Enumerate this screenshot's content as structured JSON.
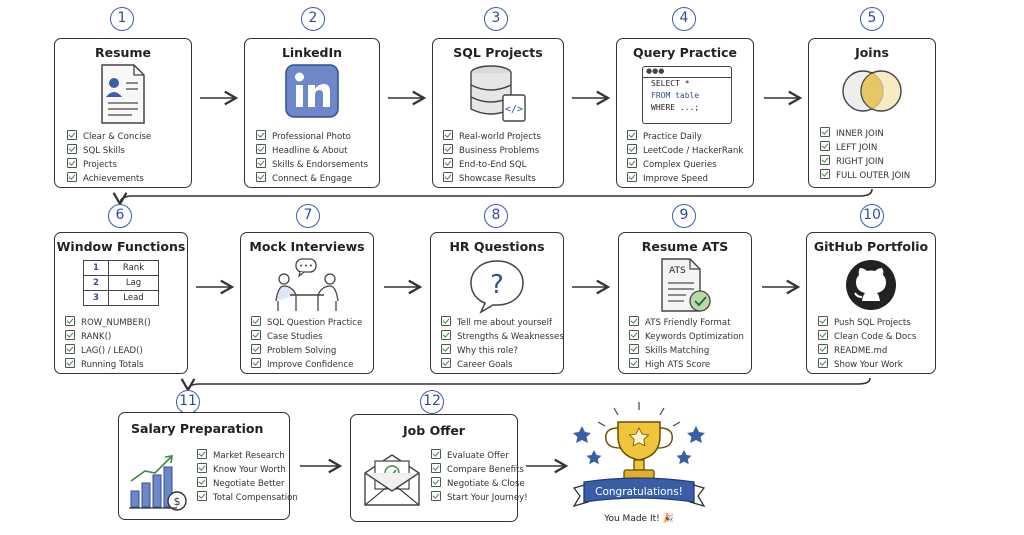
{
  "steps": [
    {
      "num": "1",
      "title": "Resume",
      "items": [
        "Clear & Concise",
        "SQL Skills",
        "Projects",
        "Achievements"
      ]
    },
    {
      "num": "2",
      "title": "LinkedIn",
      "items": [
        "Professional Photo",
        "Headline & About",
        "Skills & Endorsements",
        "Connect & Engage"
      ]
    },
    {
      "num": "3",
      "title": "SQL Projects",
      "items": [
        "Real-world Projects",
        "Business Problems",
        "End-to-End SQL",
        "Showcase Results"
      ]
    },
    {
      "num": "4",
      "title": "Query Practice",
      "items": [
        "Practice Daily",
        "LeetCode / HackerRank",
        "Complex Queries",
        "Improve Speed"
      ],
      "code": [
        "SELECT *",
        "FROM table",
        "WHERE ...;"
      ]
    },
    {
      "num": "5",
      "title": "Joins",
      "items": [
        "INNER JOIN",
        "LEFT JOIN",
        "RIGHT JOIN",
        "FULL OUTER JOIN"
      ]
    },
    {
      "num": "6",
      "title": "Window Functions",
      "items": [
        "ROW_NUMBER()",
        "RANK()",
        "LAG() / LEAD()",
        "Running Totals"
      ],
      "table": [
        [
          "1",
          "Rank"
        ],
        [
          "2",
          "Lag"
        ],
        [
          "3",
          "Lead"
        ]
      ]
    },
    {
      "num": "7",
      "title": "Mock Interviews",
      "items": [
        "SQL Question Practice",
        "Case Studies",
        "Problem Solving",
        "Improve Confidence"
      ]
    },
    {
      "num": "8",
      "title": "HR Questions",
      "items": [
        "Tell me about yourself",
        "Strengths & Weaknesses",
        "Why this role?",
        "Career Goals"
      ]
    },
    {
      "num": "9",
      "title": "Resume ATS",
      "items": [
        "ATS Friendly Format",
        "Keywords Optimization",
        "Skills Matching",
        "High ATS Score"
      ],
      "badge": "ATS"
    },
    {
      "num": "10",
      "title": "GitHub Portfolio",
      "items": [
        "Push SQL Projects",
        "Clean Code & Docs",
        "README.md",
        "Show Your Work"
      ]
    },
    {
      "num": "11",
      "title": "Salary Preparation",
      "items": [
        "Market Research",
        "Know Your Worth",
        "Negotiate Better",
        "Total Compensation"
      ]
    },
    {
      "num": "12",
      "title": "Job Offer",
      "items": [
        "Evaluate Offer",
        "Compare Benefits",
        "Negotiate & Close",
        "Start Your Journey!"
      ]
    }
  ],
  "final": {
    "banner": "Congratulations!",
    "subtitle": "You Made It! 🎉"
  },
  "colors": {
    "accent": "#3a5da8",
    "check": "#3d8a3d",
    "gold": "#e6b422"
  }
}
